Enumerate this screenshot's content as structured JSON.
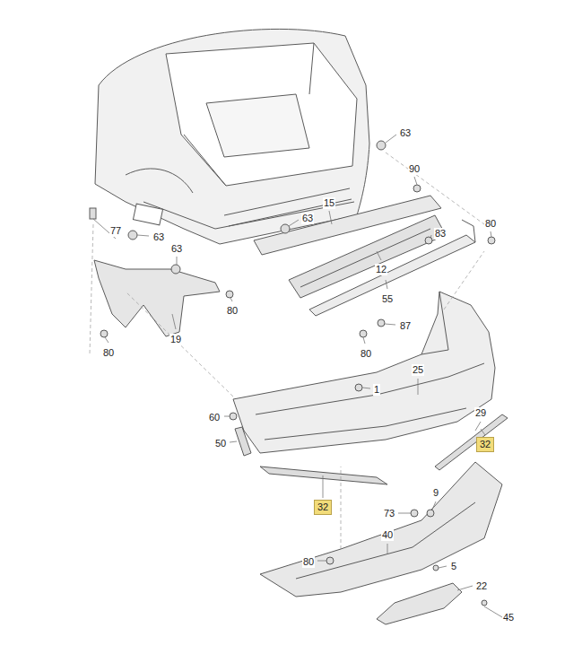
{
  "diagram": {
    "labels": [
      "63",
      "90",
      "77",
      "63",
      "15",
      "63",
      "80",
      "63",
      "83",
      "12",
      "80",
      "55",
      "19",
      "87",
      "80",
      "80",
      "25",
      "1",
      "60",
      "29",
      "50",
      "32",
      "32",
      "9",
      "73",
      "40",
      "80",
      "5",
      "22",
      "45"
    ]
  }
}
